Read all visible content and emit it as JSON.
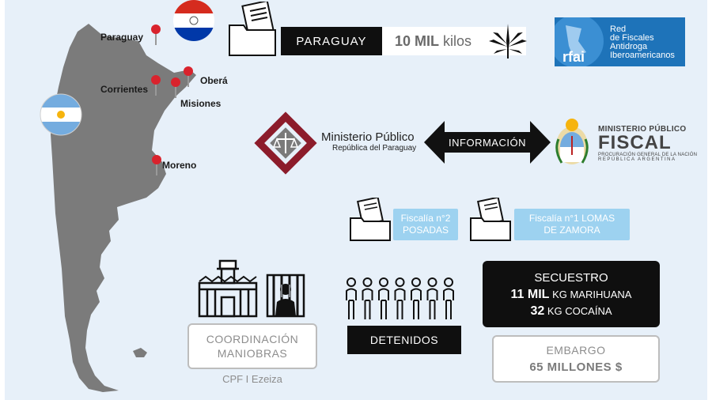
{
  "map": {
    "labels": {
      "paraguay": "Paraguay",
      "corrientes": "Corrientes",
      "obera": "Oberá",
      "misiones": "Misiones",
      "moreno": "Moreno"
    }
  },
  "seizure_banner": {
    "country": "PARAGUAY",
    "amount_bold": "10 MIL",
    "amount_unit": "kilos",
    "icon": "cannabis-leaf-icon"
  },
  "rfai_logo": {
    "abbr": "rfai",
    "line1": "Red",
    "line2": "de Fiscales",
    "line3": "Antidroga",
    "line4": "Iberoamericanos",
    "color": "#1e73b9"
  },
  "exchange": {
    "paraguay_ministry_name": "Ministerio Público",
    "paraguay_ministry_sub": "República del Paraguay",
    "arrow_label": "INFORMACIÓN",
    "argentina_ministry_top": "MINISTERIO PÚBLICO",
    "argentina_ministry_main": "FISCAL",
    "argentina_ministry_line1": "PROCURACIÓN GENERAL DE LA NACIÓN",
    "argentina_ministry_line2": "REPÚBLICA ARGENTINA",
    "paraguay_logo_color": "#8c1c2b"
  },
  "fiscalias": [
    {
      "line1": "Fiscalía n°2",
      "line2": "POSADAS"
    },
    {
      "line1": "Fiscalía n°1 LOMAS",
      "line2": "DE ZAMORA"
    }
  ],
  "prison": {
    "coordination_line1": "COORDINACIÓN",
    "coordination_line2": "MANIOBRAS",
    "facility": "CPF I Ezeiza"
  },
  "detainees": {
    "count": 7,
    "label": "DETENIDOS"
  },
  "seizure": {
    "title": "SECUESTRO",
    "item1_qty": "11 MIL",
    "item1_desc": "KG MARIHUANA",
    "item2_qty": "32",
    "item2_desc": "KG COCAÍNA"
  },
  "embargo": {
    "title": "EMBARGO",
    "amount": "65 MILLONES $"
  },
  "colors": {
    "panel_bg": "#e7f0f9",
    "fiscalia_blue": "#9dd2f0",
    "map_gray": "#7a7a7a",
    "pin_red": "#d9232d"
  }
}
